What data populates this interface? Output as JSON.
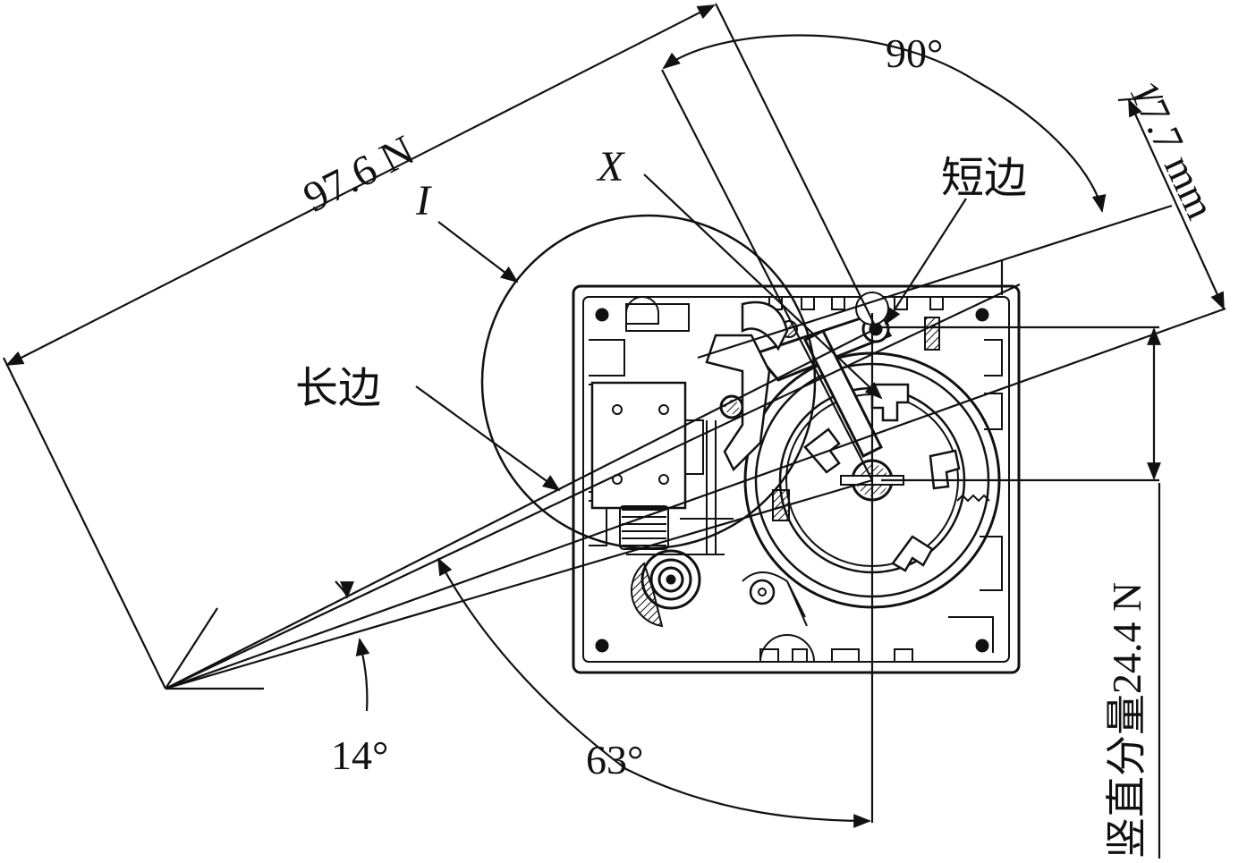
{
  "labels": {
    "force_label": "97.6 N",
    "angle_90": "90°",
    "distance_label": "17.7 mm",
    "short_side": "短边",
    "long_side": "长边",
    "point_x": "X",
    "region_i": "I",
    "vertical_component": "竖直分量24.4 N",
    "angle_14": "14°",
    "angle_63": "63°"
  },
  "colors": {
    "ink": "#111111",
    "fill": "#ffffff",
    "hatch": "#555555"
  }
}
